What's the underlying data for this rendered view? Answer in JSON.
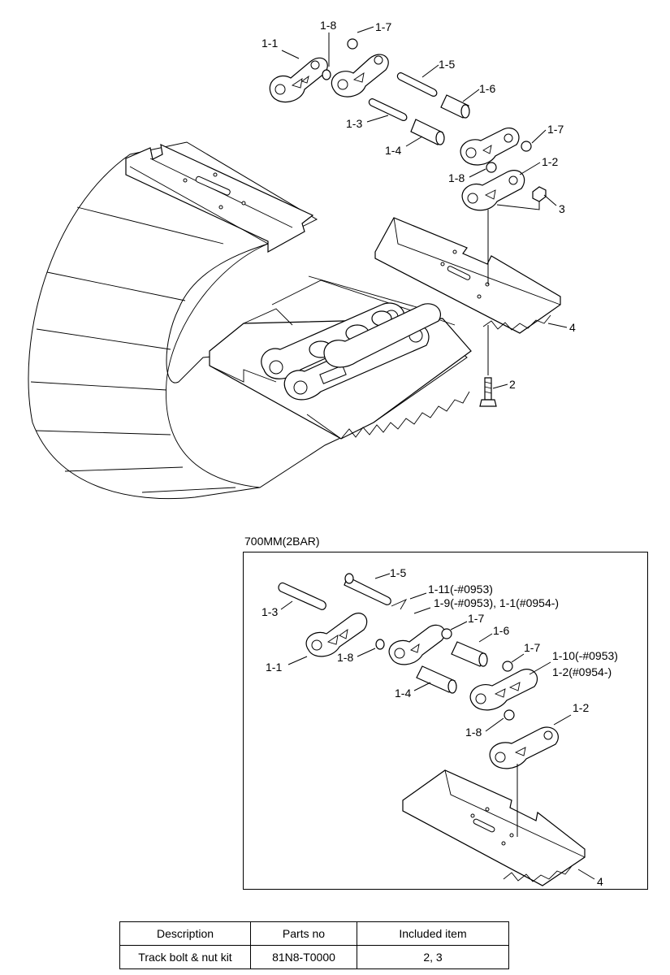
{
  "main_callouts": {
    "c1_1": "1-1",
    "c1_8_top": "1-8",
    "c1_7_top": "1-7",
    "c1_5": "1-5",
    "c1_6": "1-6",
    "c1_3": "1-3",
    "c1_4": "1-4",
    "c1_7_mid": "1-7",
    "c1_8_mid": "1-8",
    "c1_2": "1-2",
    "c3": "3",
    "c4": "4",
    "c2": "2"
  },
  "inset": {
    "title": "700MM(2BAR)",
    "c1_5": "1-5",
    "c1_11": "1-11(-#0953)",
    "c1_9": "1-9(-#0953), 1-1(#0954-)",
    "c1_3": "1-3",
    "c1_7a": "1-7",
    "c1_6": "1-6",
    "c1_7b": "1-7",
    "c1_10": "1-10(-#0953)",
    "c1_2b": "1-2(#0954-)",
    "c1_1": "1-1",
    "c1_8a": "1-8",
    "c1_4": "1-4",
    "c1_8b": "1-8",
    "c1_2": "1-2",
    "c4": "4"
  },
  "kit_table": {
    "headers": [
      "Description",
      "Parts no",
      "Included item"
    ],
    "rows": [
      [
        "Track bolt & nut kit",
        "81N8-T0000",
        "2, 3"
      ]
    ]
  }
}
